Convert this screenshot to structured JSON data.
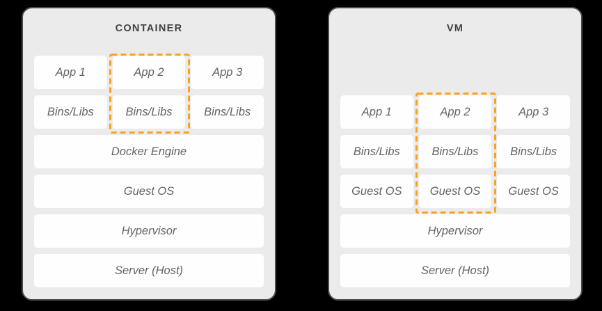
{
  "colors": {
    "background": "#000000",
    "panel_background": "#EBEBEC",
    "panel_border": "#4B4B4D",
    "box_background": "#FEFEFE",
    "box_text": "#636466",
    "title_text": "#414043",
    "highlight": "#F9A21D"
  },
  "panels": [
    {
      "title": "CONTAINER",
      "rows": [
        {
          "cells": [
            "App 1",
            "App 2",
            "App 3"
          ]
        },
        {
          "cells": [
            "Bins/Libs",
            "Bins/Libs",
            "Bins/Libs"
          ]
        },
        {
          "cells": [
            "Docker Engine"
          ]
        },
        {
          "cells": [
            "Guest OS"
          ]
        },
        {
          "cells": [
            "Hypervisor"
          ]
        },
        {
          "cells": [
            "Server (Host)"
          ]
        }
      ]
    },
    {
      "title": "VM",
      "rows": [
        {
          "cells": [
            "App 1",
            "App 2",
            "App 3"
          ]
        },
        {
          "cells": [
            "Bins/Libs",
            "Bins/Libs",
            "Bins/Libs"
          ]
        },
        {
          "cells": [
            "Guest OS",
            "Guest OS",
            "Guest OS"
          ]
        },
        {
          "cells": [
            "Hypervisor"
          ]
        },
        {
          "cells": [
            "Server (Host)"
          ]
        }
      ]
    }
  ]
}
